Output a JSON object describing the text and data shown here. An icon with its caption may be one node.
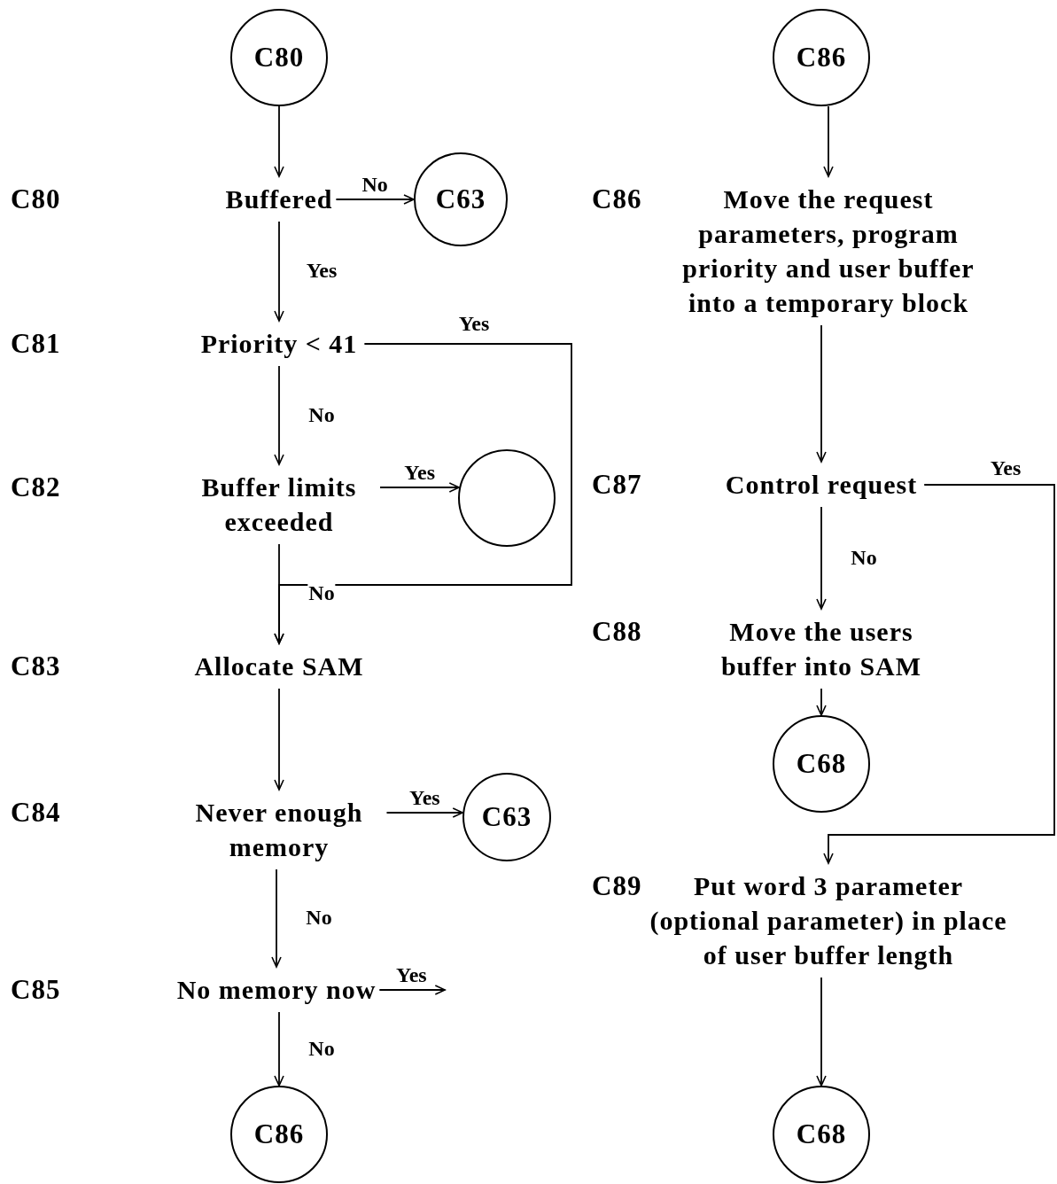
{
  "diagram": {
    "nodes": [
      {
        "text": [
          "C80"
        ]
      },
      {
        "text": [
          "Buffered"
        ]
      },
      {
        "text": [
          "C63"
        ]
      },
      {
        "text": [
          "Priority < 41"
        ]
      },
      {
        "text": [
          "Buffer limits exceeded"
        ]
      },
      {
        "text": [],
        "shape": "circle"
      },
      {
        "text": [
          "Allocate SAM"
        ]
      },
      {
        "text": [
          "Never enough memory"
        ]
      },
      {
        "text": [
          "C63"
        ]
      },
      {
        "text": [
          "No memory now"
        ]
      },
      {
        "text": [
          "C86"
        ]
      },
      {
        "text": [
          "C86"
        ]
      },
      {
        "text": [
          "Move the request parameters, program priority and user buffer into a temporary block"
        ]
      },
      {
        "text": [
          "Control request"
        ]
      },
      {
        "text": [
          "Move the users buffer into SAM"
        ]
      },
      {
        "text": [
          "C68"
        ]
      },
      {
        "text": [
          "Put word 3 parameter (optional parameter) in place of user buffer length"
        ]
      },
      {
        "text": [
          "C68"
        ]
      }
    ],
    "edges": [
      {
        "from": 0,
        "to": 1,
        "arrow": "to"
      },
      {
        "from": 1,
        "to": 2,
        "arrow": "to",
        "label": "No"
      },
      {
        "from": 1,
        "to": 3,
        "arrow": "to",
        "label": "Yes"
      },
      {
        "from": 3,
        "to": 6,
        "arrow": "to",
        "label": "Yes"
      },
      {
        "from": 3,
        "to": 4,
        "arrow": "to",
        "label": "No"
      },
      {
        "from": 4,
        "to": 5,
        "arrow": "to",
        "label": "Yes"
      },
      {
        "from": 4,
        "to": 6,
        "arrow": "to",
        "label": "No"
      },
      {
        "from": 6,
        "to": 7,
        "arrow": "to"
      },
      {
        "from": 7,
        "to": 8,
        "arrow": "to",
        "label": "Yes"
      },
      {
        "from": 7,
        "to": 9,
        "arrow": "to",
        "label": "No"
      },
      {
        "from": 9,
        "to": null,
        "arrow": "to",
        "label": "Yes"
      },
      {
        "from": 9,
        "to": 10,
        "arrow": "to",
        "label": "No"
      },
      {
        "from": 11,
        "to": 12,
        "arrow": "to"
      },
      {
        "from": 12,
        "to": 13,
        "arrow": "to"
      },
      {
        "from": 13,
        "to": 14,
        "arrow": "to",
        "label": "No"
      },
      {
        "from": 13,
        "to": 16,
        "arrow": "to",
        "label": "Yes"
      },
      {
        "from": 14,
        "to": 15,
        "arrow": "to"
      },
      {
        "from": 16,
        "to": 17,
        "arrow": "to"
      }
    ],
    "labels": [
      "C80",
      "C86",
      "C81",
      "C82",
      "C87",
      "C83",
      "C88",
      "C84",
      "C89",
      "C85"
    ]
  }
}
